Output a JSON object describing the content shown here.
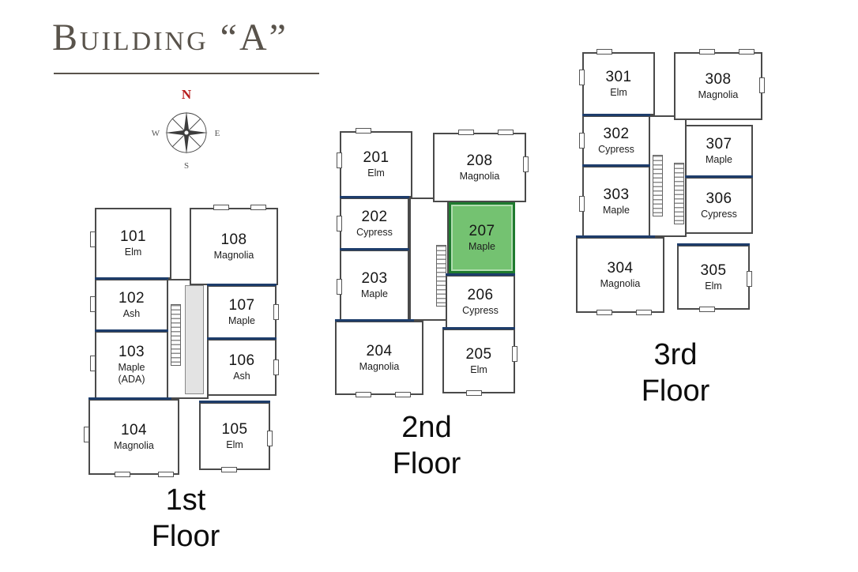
{
  "title": "Building “A”",
  "compass": {
    "north": "N",
    "east": "E",
    "south": "S",
    "west": "W"
  },
  "highlighted_unit": "207",
  "colors": {
    "highlight_fill": "#74c271",
    "highlight_border": "#1e7a2e",
    "demising_line": "#1e3d6b",
    "wall": "#4a4a4a",
    "title_color": "#59534b",
    "north_red": "#b71c1c"
  },
  "floors": [
    {
      "label_top": "1st",
      "label_bottom": "Floor",
      "units": [
        {
          "number": "101",
          "name": "Elm"
        },
        {
          "number": "108",
          "name": "Magnolia"
        },
        {
          "number": "102",
          "name": "Ash"
        },
        {
          "number": "107",
          "name": "Maple"
        },
        {
          "number": "103",
          "name": "Maple",
          "suffix": "(ADA)"
        },
        {
          "number": "106",
          "name": "Ash"
        },
        {
          "number": "104",
          "name": "Magnolia"
        },
        {
          "number": "105",
          "name": "Elm"
        }
      ]
    },
    {
      "label_top": "2nd",
      "label_bottom": "Floor",
      "units": [
        {
          "number": "201",
          "name": "Elm"
        },
        {
          "number": "208",
          "name": "Magnolia"
        },
        {
          "number": "202",
          "name": "Cypress"
        },
        {
          "number": "207",
          "name": "Maple"
        },
        {
          "number": "203",
          "name": "Maple"
        },
        {
          "number": "206",
          "name": "Cypress"
        },
        {
          "number": "204",
          "name": "Magnolia"
        },
        {
          "number": "205",
          "name": "Elm"
        }
      ]
    },
    {
      "label_top": "3rd",
      "label_bottom": "Floor",
      "units": [
        {
          "number": "301",
          "name": "Elm"
        },
        {
          "number": "308",
          "name": "Magnolia"
        },
        {
          "number": "302",
          "name": "Cypress"
        },
        {
          "number": "307",
          "name": "Maple"
        },
        {
          "number": "303",
          "name": "Maple"
        },
        {
          "number": "306",
          "name": "Cypress"
        },
        {
          "number": "304",
          "name": "Magnolia"
        },
        {
          "number": "305",
          "name": "Elm"
        }
      ]
    }
  ]
}
